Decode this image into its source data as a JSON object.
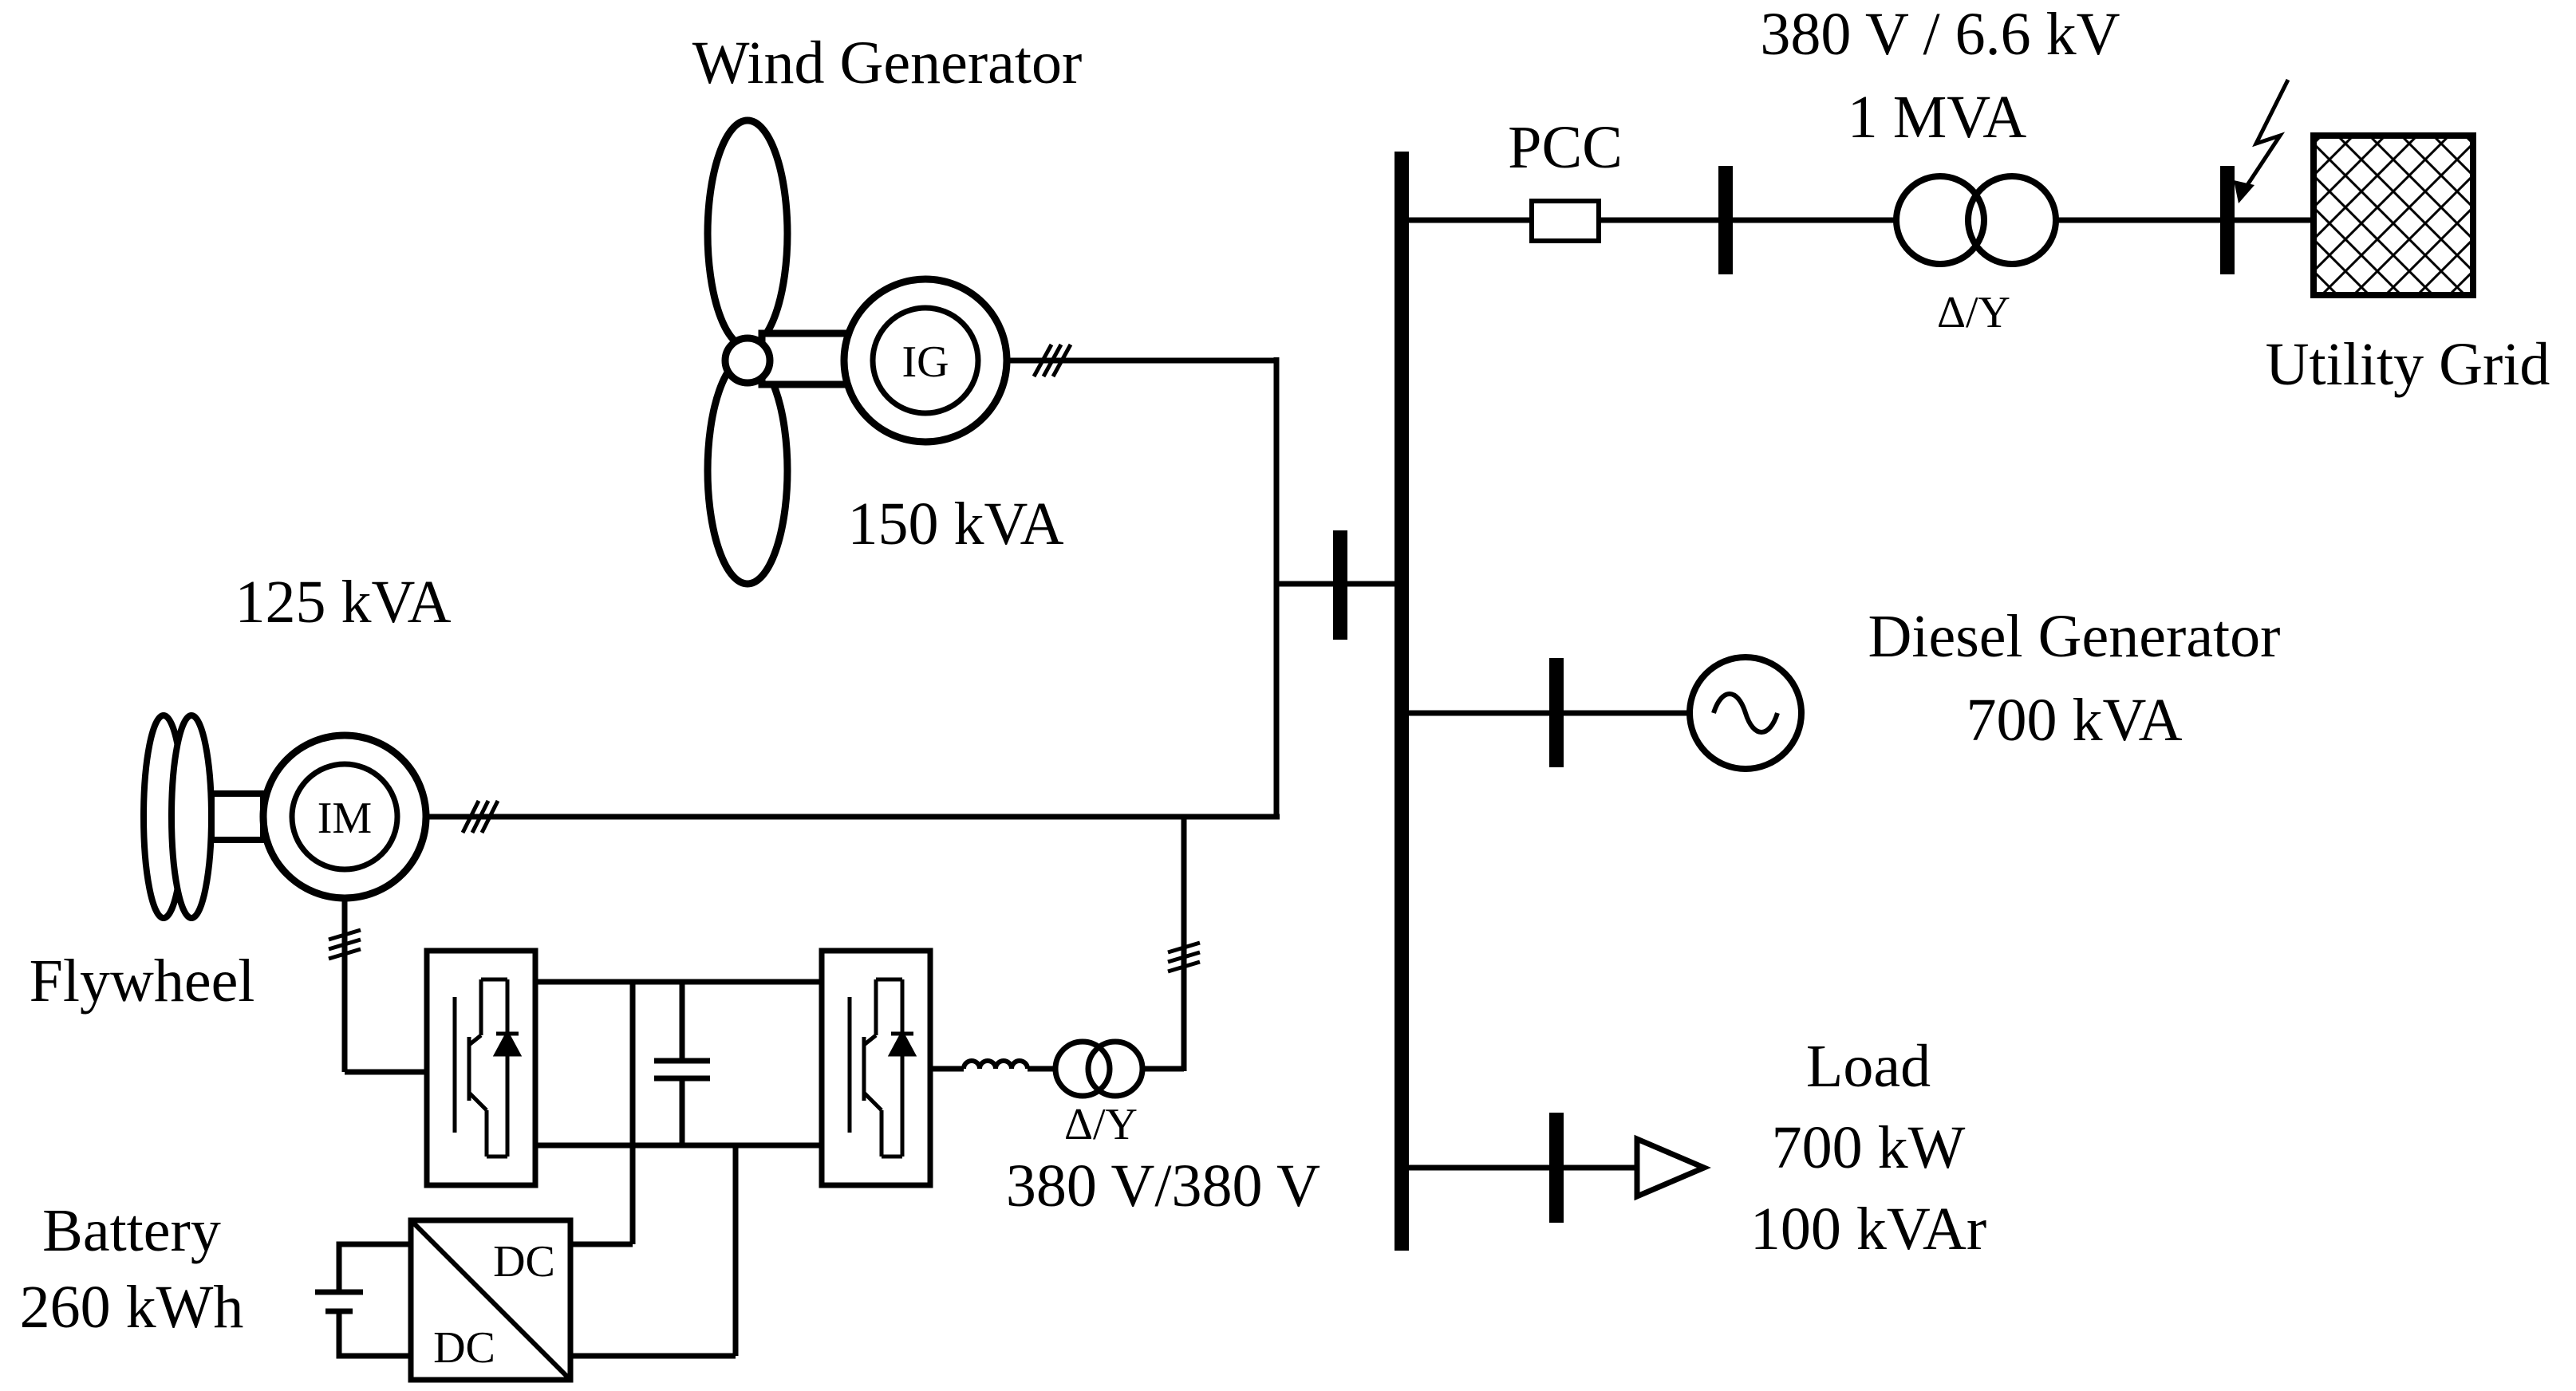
{
  "wind": {
    "title": "Wind Generator",
    "machine": "IG",
    "rating": "150 kVA"
  },
  "flywheel": {
    "label": "Flywheel",
    "machine": "IM",
    "rating": "125 kVA"
  },
  "flywheel_transformer": {
    "winding": "Δ/Y",
    "ratio": "380 V/380 V"
  },
  "battery": {
    "line1": "Battery",
    "line2": "260 kWh",
    "converter_top": "DC",
    "converter_bottom": "DC"
  },
  "pcc": {
    "label": "PCC"
  },
  "grid_transformer": {
    "ratio": "380 V / 6.6 kV",
    "rating": "1 MVA",
    "winding": "Δ/Y"
  },
  "grid": {
    "label": "Utility Grid"
  },
  "diesel": {
    "line1": "Diesel Generator",
    "line2": "700 kVA"
  },
  "load": {
    "line1": "Load",
    "line2": "700 kW",
    "line3": "100 kVAr"
  }
}
